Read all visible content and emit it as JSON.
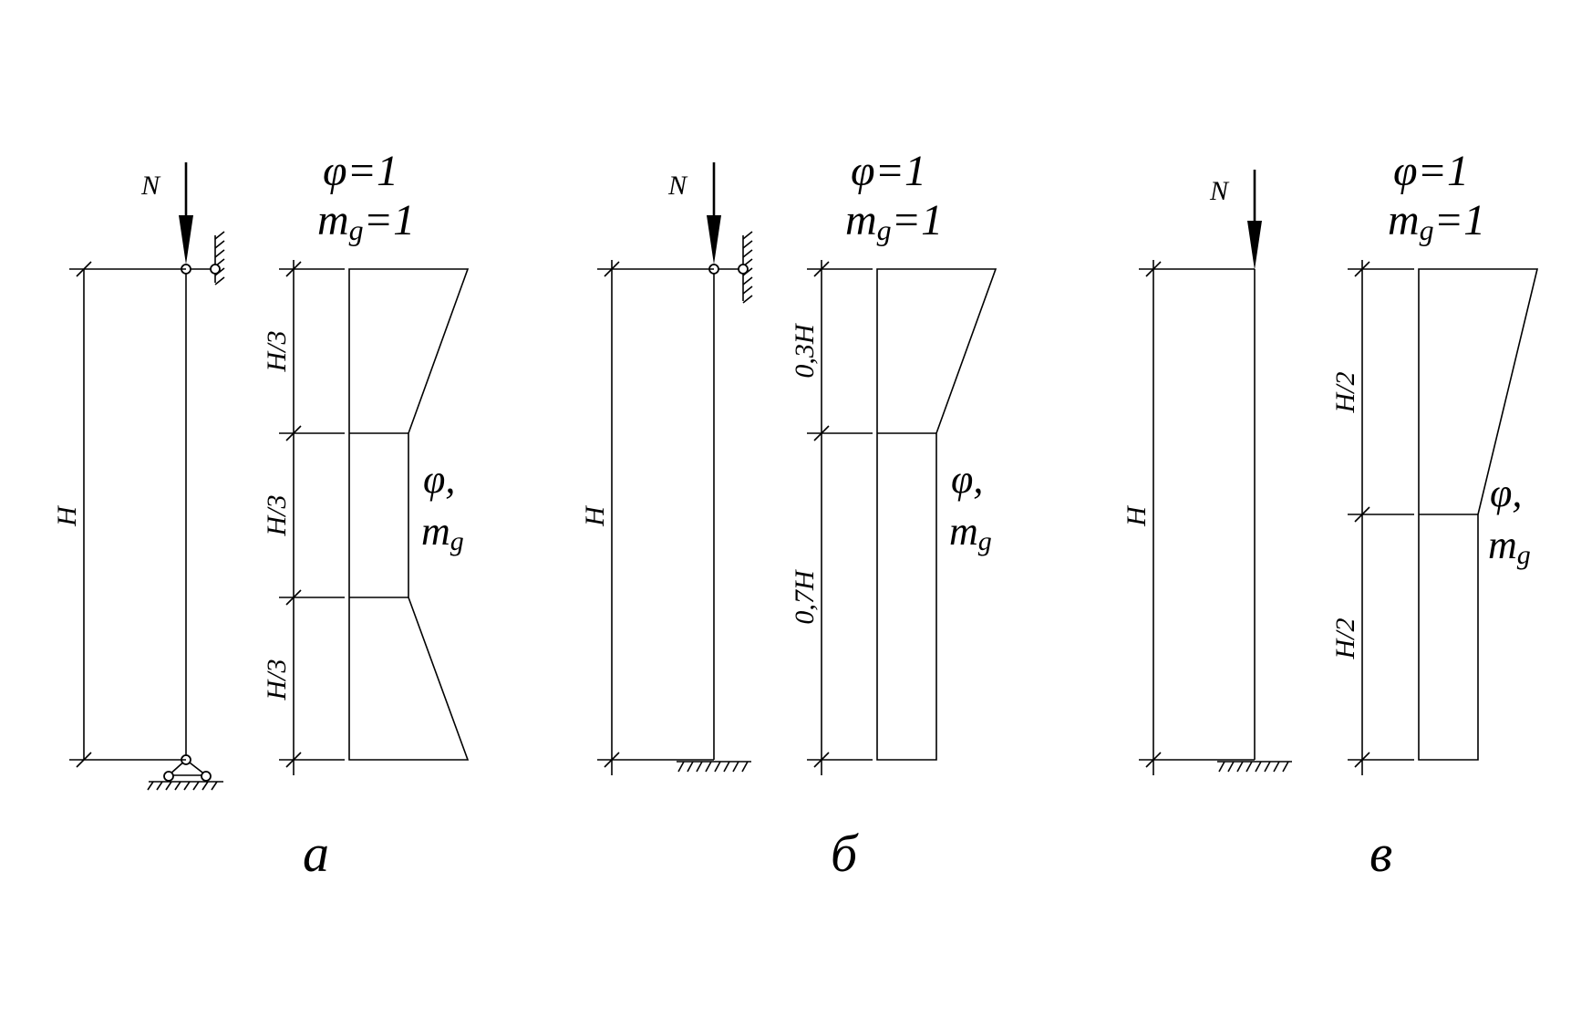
{
  "panels": [
    {
      "load_label": "N",
      "top_label_1": "φ=1",
      "top_label_2_main": "m",
      "top_label_2_sub": "g",
      "top_label_2_tail": "=1",
      "height_label": "H",
      "segments": [
        "H/3",
        "H/3",
        "H/3"
      ],
      "side_label_1": "φ,",
      "side_label_2_main": "m",
      "side_label_2_sub": "g",
      "caption": "а"
    },
    {
      "load_label": "N",
      "top_label_1": "φ=1",
      "top_label_2_main": "m",
      "top_label_2_sub": "g",
      "top_label_2_tail": "=1",
      "height_label": "H",
      "segments": [
        "0,3H",
        "0,7H"
      ],
      "side_label_1": "φ,",
      "side_label_2_main": "m",
      "side_label_2_sub": "g",
      "caption": "б"
    },
    {
      "load_label": "N",
      "top_label_1": "φ=1",
      "top_label_2_main": "m",
      "top_label_2_sub": "g",
      "top_label_2_tail": "=1",
      "height_label": "H",
      "segments": [
        "H/2",
        "H/2"
      ],
      "side_label_1": "φ,",
      "side_label_2_main": "m",
      "side_label_2_sub": "g",
      "caption": "в"
    }
  ]
}
